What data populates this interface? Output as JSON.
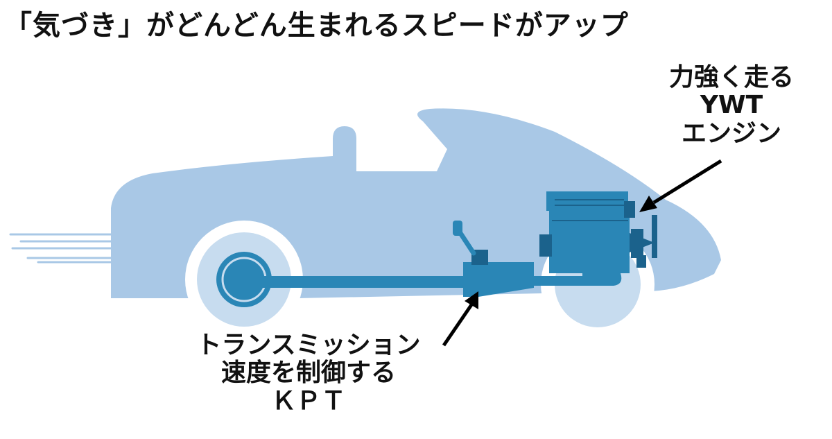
{
  "title": "「気づき」がどんどん生まれるスピードがアップ",
  "engine_label": {
    "line1": "力強く走る",
    "line2": "YWT",
    "line3": "エンジン"
  },
  "transmission_label": {
    "line1": "トランスミッション",
    "line2": "速度を制御する",
    "line3": "ＫＰＴ"
  },
  "colors": {
    "car_body": "#a9c8e6",
    "wheel_tire": "#c7dcef",
    "mechanical": "#2a86b6",
    "mechanical_dark": "#1b628c",
    "arrow": "#000000"
  }
}
